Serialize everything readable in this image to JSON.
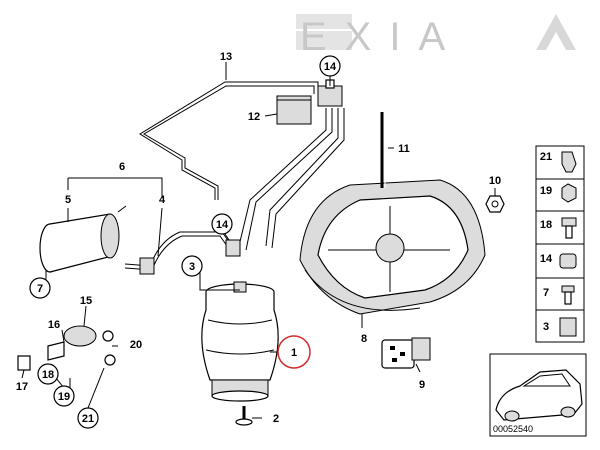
{
  "watermark": {
    "text": "EXIA",
    "accent_color": "#c8102e"
  },
  "callouts": {
    "c1": "1",
    "c2": "2",
    "c3": "3",
    "c4": "4",
    "c5": "5",
    "c6": "6",
    "c7": "7",
    "c8": "8",
    "c9": "9",
    "c10": "10",
    "c11": "11",
    "c12": "12",
    "c13": "13",
    "c14a": "14",
    "c14b": "14",
    "c15": "15",
    "c16": "16",
    "c17": "17",
    "c18": "18",
    "c19": "19",
    "c20": "20",
    "c21": "21"
  },
  "legend": {
    "items": [
      {
        "label": "21"
      },
      {
        "label": "19"
      },
      {
        "label": "18"
      },
      {
        "label": "14"
      },
      {
        "label": "7"
      },
      {
        "label": "3"
      }
    ],
    "diagram_code": "00052540"
  },
  "colors": {
    "highlight": "#d62b2b",
    "line": "#000000",
    "watermark": "#c8c8c8"
  }
}
